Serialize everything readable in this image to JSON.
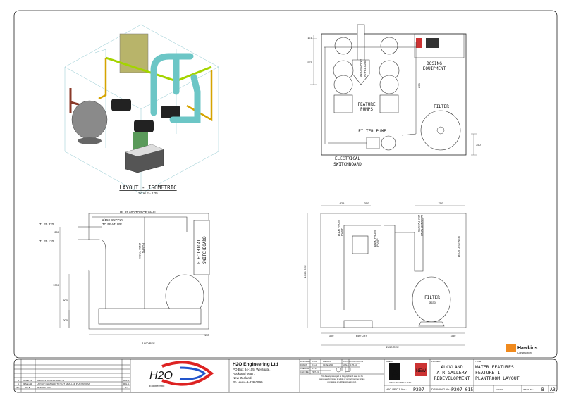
{
  "views": {
    "isometric": {
      "title": "LAYOUT - ISOMETRIC",
      "scale": "SCALE - 1:25"
    },
    "plan": {
      "labels": {
        "dosing": [
          "DOSING",
          "EQUIPMENT"
        ],
        "feature_pumps": [
          "FEATURE",
          "PUMPS"
        ],
        "filter": "FILTER",
        "filter_pump": "FILTER PUMP",
        "switchboard": [
          "ELECTRICAL",
          "SWITCHBOARD"
        ],
        "supply": [
          "Ø150 SUPPLY",
          "TO FEATURE"
        ]
      },
      "dims": {
        "d1": "175",
        "d2": "575",
        "d3": "850",
        "d4": "350"
      }
    },
    "side": {
      "labels": {
        "top_of_wall": "RL 25.600 TOP OF WALL",
        "tl1": "TL 25.370",
        "tl2": "TL 25.120",
        "supply": [
          "Ø150 SUPPLY",
          "TO FEATURE"
        ],
        "from_pumps": [
          "Ø150 FROM",
          "PUMPS"
        ],
        "switchboard": [
          "ELECTRICAL",
          "SWITCHBOARD"
        ]
      },
      "dims": {
        "d250": "250",
        "d1300": "1300",
        "d800": "800",
        "d200": "200",
        "d150": "150",
        "width": "1800 REF."
      }
    },
    "front": {
      "labels": {
        "from_pump1": [
          "Ø100 FROM",
          "PUMP"
        ],
        "from_pump2": [
          "Ø100 FROM",
          "PUMP"
        ],
        "balance": [
          "Ø50 PWS TO",
          "BALANCE TANK"
        ],
        "sewer": "Ø40 TO SEWER",
        "filter": "FILTER",
        "filter_dia": "Ø630"
      },
      "dims": {
        "d625": "625",
        "d350a": "350",
        "d750": "750",
        "height": "1700 REF.",
        "d300": "300",
        "d650": "650 CRS",
        "d350b": "350",
        "width": "2150 REF."
      }
    }
  },
  "contractor_logo": {
    "name": "Hawkins",
    "sub": "Construction"
  },
  "title_block": {
    "revisions": [
      {
        "no": "B",
        "date": "10.Mar.11",
        "desc": "VARIOUS DOSING AGENTS",
        "by": "R.G.A."
      },
      {
        "no": "A",
        "date": "03.May.11",
        "desc": "LAYOUT CHANGED TO SUIT SMALLER PLANTROOM",
        "by": "R.G.A."
      }
    ],
    "rev_headers": {
      "no": "No.",
      "date": "DATE",
      "desc": "DESCRIPTION",
      "by": "BY"
    },
    "company": {
      "logo_text": "H2O",
      "logo_sub": "Engineering",
      "name": "H2O Engineering Ltd",
      "address": [
        "PO Box 84-105, Westgate,",
        "Auckland 0657,",
        "New Zealand."
      ],
      "phone": "Ph. ++64-9-836 0999"
    },
    "info": {
      "reviewed_label": "REVIEWED",
      "reviewed": "R.G.A.",
      "reviewed_date": "Mar 2011",
      "drawn_label": "DRAWN",
      "drawn": "R.G.A.",
      "drawn_date": "03.May.2011",
      "checked_label": "CHECKED",
      "checked": "W.T.P.",
      "cad_label": "CAD FILE",
      "cad": "P207-015",
      "status_label": "STATUS",
      "status": "CONSTRUCTN",
      "scale_label": "SCALE",
      "scale": "1:25 A3",
      "copyright": [
        "This drawing is subject to Copyright and shall not be",
        "reproduced or copied in whole or part without the written",
        "permission of H2O Engineering Ltd."
      ]
    },
    "client_label": "CLIENT",
    "client_logo": {
      "letter": "A",
      "text": "AUCKLAND ART GALLERY",
      "badge": "NEW"
    },
    "project_label": "PROJECT",
    "project": [
      "AUCKLAND",
      "ATR GALLERY",
      "REDEVELOPMENT"
    ],
    "title_label": "TITLE",
    "title": [
      "WATER FEATURES",
      "FEATURE 1",
      "PLANTROOM LAYOUT"
    ],
    "proj_no_label": "H2O PROJ. No.:",
    "proj_no": "P207",
    "drawing_no_label": "DRAWING No.:",
    "drawing_no": "P207-015",
    "sheet_label": "SHEET",
    "issue_label": "ISSUE No.:",
    "issue": "B",
    "size": "A3"
  }
}
